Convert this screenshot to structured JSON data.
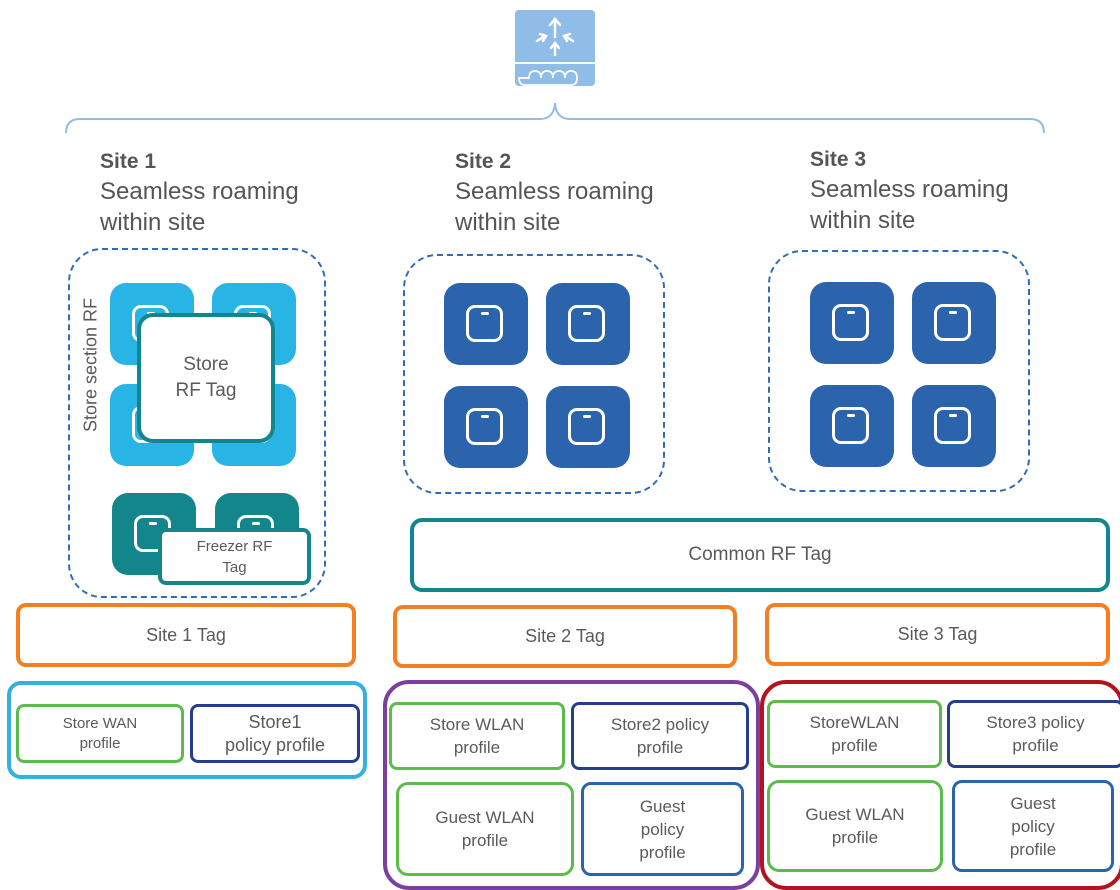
{
  "controller": {
    "icon": "wireless-controller-icon"
  },
  "sites": [
    {
      "title": "Site 1",
      "subtitle": "Seamless roaming\nwithin site"
    },
    {
      "title": "Site 2",
      "subtitle": "Seamless roaming\nwithin site"
    },
    {
      "title": "Site 3",
      "subtitle": "Seamless roaming\nwithin site"
    }
  ],
  "site1": {
    "section_label": "Store section RF",
    "store_rf_tag": "Store\nRF Tag",
    "freezer_rf_tag": "Freezer RF\nTag",
    "site_tag": "Site 1 Tag",
    "profiles": [
      "Store WAN\nprofile",
      "Store1\npolicy profile"
    ]
  },
  "common_rf_tag": "Common RF Tag",
  "site2": {
    "site_tag": "Site 2 Tag",
    "profiles": [
      "Store WLAN\nprofile",
      "Store2 policy\nprofile",
      "Guest WLAN\nprofile",
      "Guest\npolicy\nprofile"
    ]
  },
  "site3": {
    "site_tag": "Site 3 Tag",
    "profiles": [
      "StoreWLAN\nprofile",
      "Store3 policy\nprofile",
      "Guest WLAN\nprofile",
      "Guest\npolicy\nprofile"
    ]
  },
  "colors": {
    "ap_dark": "#2c63ad",
    "ap_light": "#29b4e6",
    "ap_teal": "#12868a",
    "site_tag": "#f57f20",
    "wlan_profile": "#5bbc4c",
    "policy_profile": "#253e8f",
    "site1_group": "#35b0e2",
    "site2_group": "#7b3fa0",
    "site3_group": "#b3141b",
    "common_rf": "#12868a"
  }
}
